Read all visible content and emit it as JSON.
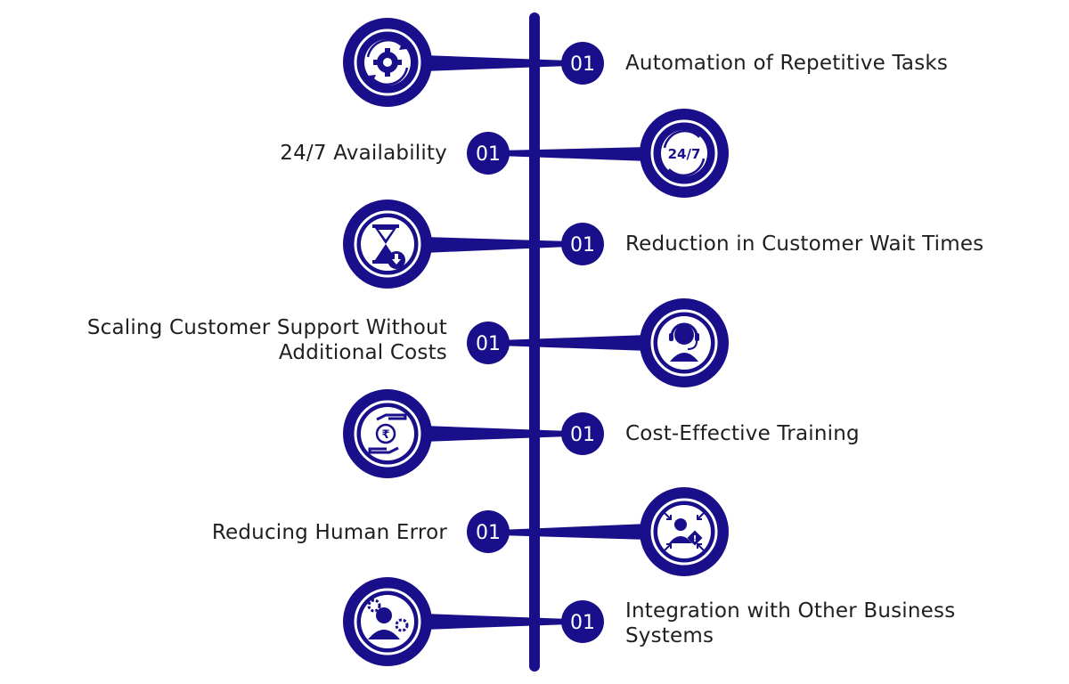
{
  "colors": {
    "primary": "#1a0f8a",
    "ring": "#ffffff",
    "icon": "#1a0f8a",
    "text": "#1f1f1f"
  },
  "items": [
    {
      "badge": "01",
      "label": "Automation of Repetitive Tasks",
      "side": "right",
      "icon": "gear-cycle-icon"
    },
    {
      "badge": "01",
      "label": "24/7 Availability",
      "side": "left",
      "icon": "24-7-icon",
      "icon_text": "24/7"
    },
    {
      "badge": "01",
      "label": "Reduction in Customer Wait Times",
      "side": "right",
      "icon": "hourglass-icon"
    },
    {
      "badge": "01",
      "label": "Scaling Customer Support Without Additional Costs",
      "label_lines": [
        "Scaling Customer Support Without",
        "Additional Costs"
      ],
      "side": "left",
      "icon": "headset-agent-icon"
    },
    {
      "badge": "01",
      "label": "Cost-Effective Training",
      "side": "right",
      "icon": "rupee-hands-icon",
      "icon_text": "₹"
    },
    {
      "badge": "01",
      "label": "Reducing Human Error",
      "side": "left",
      "icon": "user-error-icon",
      "icon_text": "!"
    },
    {
      "badge": "01",
      "label": "Integration with Other Business Systems",
      "label_lines": [
        "Integration with Other Business",
        "Systems"
      ],
      "side": "right",
      "icon": "user-gears-icon"
    }
  ]
}
